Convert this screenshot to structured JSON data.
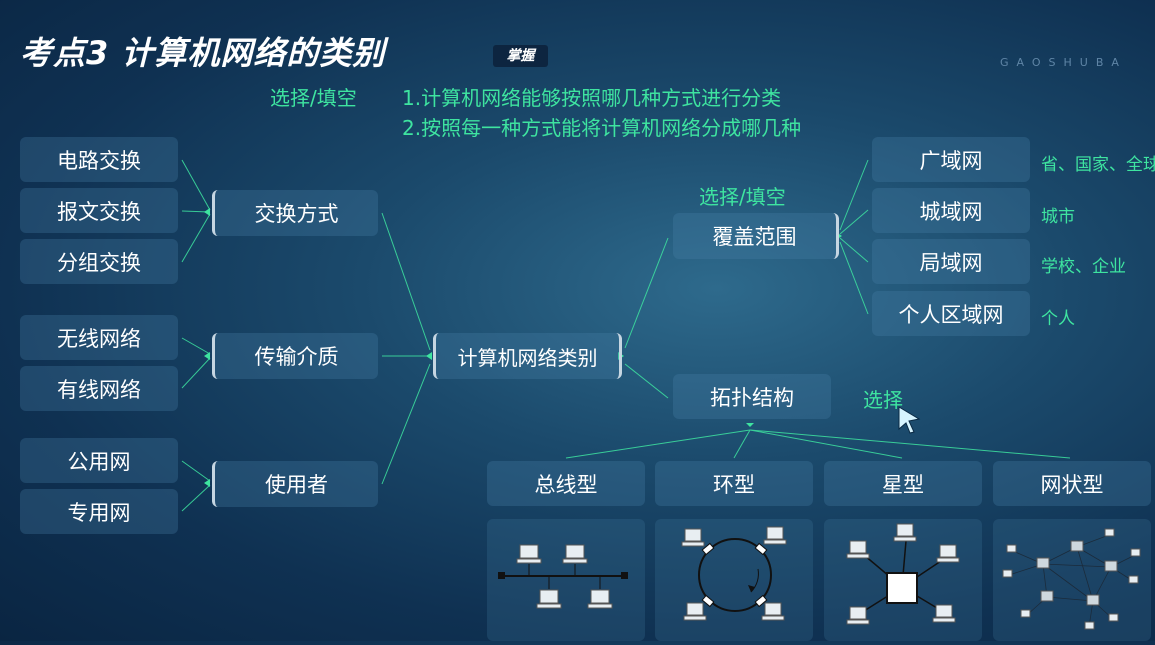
{
  "header": {
    "title": "考点3 计算机网络的类别",
    "tag": "掌握",
    "brand": "GAOSHUBA"
  },
  "questions": {
    "label": "选择/填空",
    "q1": "1.计算机网络能够按照哪几种方式进行分类",
    "q2": "2.按照每一种方式能将计算机网络分成哪几种"
  },
  "diagram": {
    "center": "计算机网络类别",
    "exchange": {
      "label": "交换方式",
      "items": [
        "电路交换",
        "报文交换",
        "分组交换"
      ]
    },
    "medium": {
      "label": "传输介质",
      "items": [
        "无线网络",
        "有线网络"
      ]
    },
    "user": {
      "label": "使用者",
      "items": [
        "公用网",
        "专用网"
      ]
    },
    "coverage": {
      "label": "覆盖范围",
      "note": "选择/填空",
      "items": [
        {
          "name": "广域网",
          "desc": "省、国家、全球"
        },
        {
          "name": "城域网",
          "desc": "城市"
        },
        {
          "name": "局域网",
          "desc": "学校、企业"
        },
        {
          "name": "个人区域网",
          "desc": "个人"
        }
      ]
    },
    "topology": {
      "label": "拓扑结构",
      "note": "选择",
      "items": [
        "总线型",
        "环型",
        "星型",
        "网状型"
      ]
    }
  },
  "colors": {
    "accent": "#3ee4a0",
    "box": "#4a82a8",
    "background": "#1b4a6c"
  }
}
